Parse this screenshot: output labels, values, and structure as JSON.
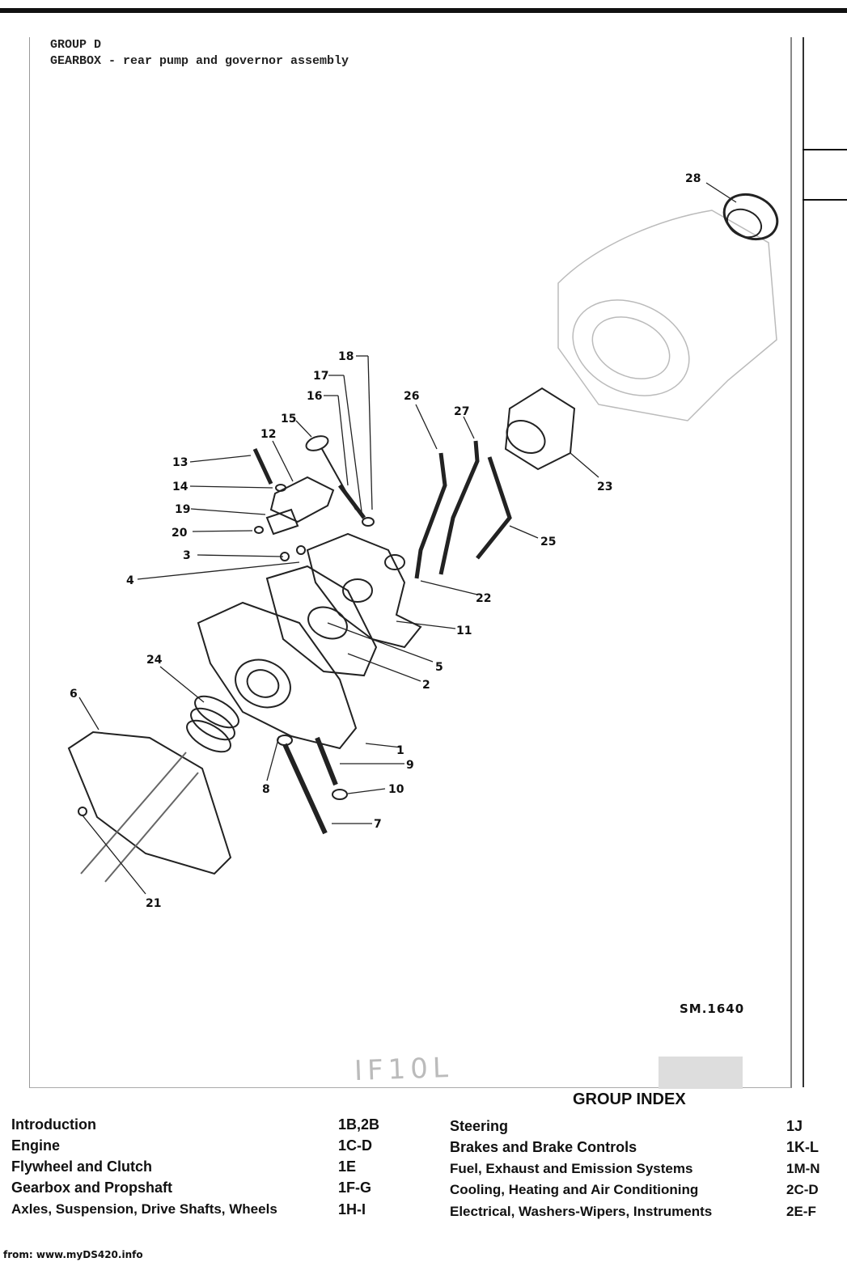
{
  "header": {
    "group": "GROUP D",
    "title": "GEARBOX - rear pump and governor assembly"
  },
  "diagram": {
    "labels": [
      "1",
      "2",
      "3",
      "4",
      "5",
      "6",
      "7",
      "8",
      "9",
      "10",
      "11",
      "12",
      "13",
      "14",
      "15",
      "16",
      "17",
      "18",
      "19",
      "20",
      "21",
      "22",
      "23",
      "24",
      "25",
      "26",
      "27",
      "28"
    ],
    "reference": "SM.1640"
  },
  "handwritten_note": "IF10L",
  "group_index": {
    "title": "GROUP INDEX",
    "left": [
      {
        "label": "Introduction",
        "code": "1B,2B"
      },
      {
        "label": "Engine",
        "code": "1C-D"
      },
      {
        "label": "Flywheel and Clutch",
        "code": "1E"
      },
      {
        "label": "Gearbox and Propshaft",
        "code": "1F-G"
      },
      {
        "label": "Axles, Suspension, Drive Shafts, Wheels",
        "code": "1H-I"
      }
    ],
    "right": [
      {
        "label": "Steering",
        "code": "1J"
      },
      {
        "label": "Brakes and Brake Controls",
        "code": "1K-L"
      },
      {
        "label": "Fuel, Exhaust and Emission Systems",
        "code": "1M-N"
      },
      {
        "label": "Cooling, Heating and Air Conditioning",
        "code": "2C-D"
      },
      {
        "label": "Electrical, Washers-Wipers, Instruments",
        "code": "2E-F"
      }
    ]
  },
  "footer": "from: www.myDS420.info"
}
